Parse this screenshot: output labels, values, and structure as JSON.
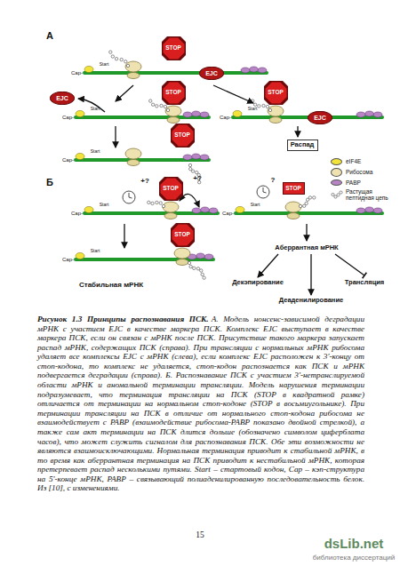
{
  "diagram": {
    "title": "Рисунок 1.3 Принципы распознавания ПСК.",
    "caption": "А. Модель нонсенс-зависимой деградации мРНК с участием EJC в качестве маркера ПСК. Комплекс EJC выступает в качестве маркера ПСК, если он связан с мРНК после ПСК. Присутствие такого маркера запускает распад мРНК, содержащих ПСК (справа). При трансляции с нормальных мРНК рибосома удаляет все комплексы EJC с мРНК (слева), если комплекс EJC расположен к 3'-концу от стоп-кодона, то комплекс не удаляется, стоп-кодон распознается как ПСК и мРНК подвергается деградации (справа). Б. Распознавание ПСК с участием 3'-нетранслируемой области мРНК и аномальной терминации трансляции. Модель нарушения терминации подразумевает, что терминация трансляции на ПСК (STOP в квадратной рамке) отличается от терминации на нормальном стоп-кодоне (STOP в восьмиугольнике). При терминации трансляции на ПСК в отличие от нормального стоп-кодона рибосома не взаимодействует с PABP (взаимодействие рибосома-PABP показано двойной стрелкой), а также сам акт терминации на ПСК длится дольше (обозначено символом циферблата часов), что может служить сигналом для распознавания ПСК. Обе эти возможности не являются взаимоисключающими. Нормальная терминация приводит к стабильной мРНК, в то время как аберрантная терминация на ПСК приводит к нестабильной мРНК, которая претерпевает распад несколькими путями. Start – стартовый кодон, Cap – кэп-структура на 5'-конце мРНК, PABP – связывающий полиаденилированную последовательность белок. Из [10], с изменениями.",
    "nodes": [
      {
        "text": [
          "STOP"
        ]
      },
      {
        "text": [
          "EJC"
        ]
      },
      {
        "text": [
          "EJC"
        ]
      },
      {
        "text": [
          "STOP"
        ]
      },
      {
        "text": [
          "STOP"
        ]
      },
      {
        "text": [
          "EJC"
        ]
      },
      {
        "text": [
          "Распад"
        ]
      },
      {
        "text": [
          "STOP"
        ]
      },
      {
        "text": [
          "STOP"
        ]
      },
      {
        "text": [
          "STOP"
        ]
      },
      {
        "text": [
          "STOP"
        ]
      },
      {
        "text": [
          "Аберрантная мРНК"
        ]
      },
      {
        "text": [
          "Декэпирование"
        ]
      },
      {
        "text": [
          "Деаденилирование"
        ]
      },
      {
        "text": [
          "Трансляция"
        ]
      }
    ],
    "edges": [
      {
        "from": 11,
        "to": 12,
        "arrow": "to"
      },
      {
        "from": 11,
        "to": 13,
        "arrow": "to"
      },
      {
        "from": 11,
        "to": 14,
        "arrow": "none"
      }
    ],
    "labels": [
      "А",
      "Cap-",
      "Start",
      "Cap-",
      "Start",
      "Cap-",
      "Start",
      "Cap-",
      "Start",
      "Б",
      "Cap-",
      "Start",
      "+?",
      "+?",
      "Cap-",
      "Start",
      "?",
      "Cap-",
      "Start",
      "Стабильная мРНК",
      "15",
      "dsLib.net",
      "библиотека диссертаций"
    ],
    "legend": [
      {
        "text": "eIF4E",
        "color": "#f2e33a"
      },
      {
        "text": "Рибосома",
        "color": "#eee3b0"
      },
      {
        "text": "PABP",
        "color": "#b784c4"
      },
      {
        "text": "Растущая пептидная цепь"
      }
    ]
  }
}
